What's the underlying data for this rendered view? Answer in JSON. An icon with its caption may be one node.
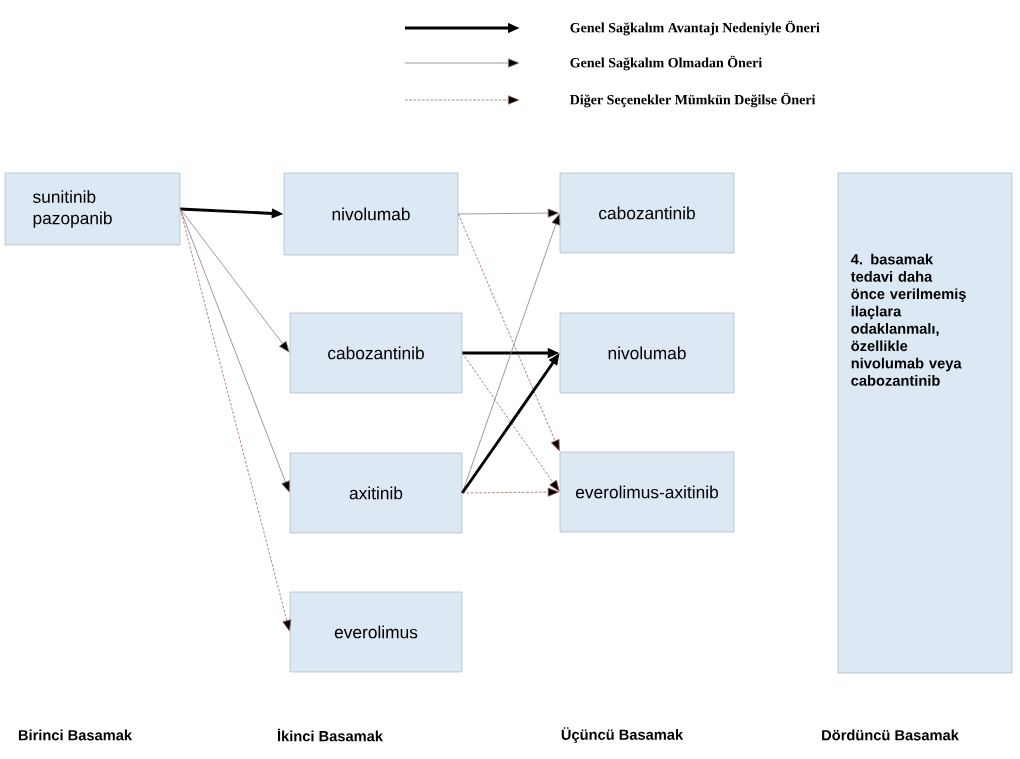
{
  "diagram": {
    "nodes": [
      {
        "text": [
          "sunitinib pazopanib"
        ]
      },
      {
        "text": [
          "nivolumab"
        ]
      },
      {
        "text": [
          "cabozantinib"
        ]
      },
      {
        "text": [
          "axitinib"
        ]
      },
      {
        "text": [
          "everolimus"
        ]
      },
      {
        "text": [
          "cabozantinib"
        ]
      },
      {
        "text": [
          "nivolumab"
        ]
      },
      {
        "text": [
          "everolimus-axitinib"
        ]
      },
      {
        "text": [
          "4. basamak tedavi daha önce verilmemiş ilaçlara odaklanmalı, özellikle nivolumab veya cabozantinib"
        ]
      }
    ],
    "edges": [
      {
        "from": 0,
        "to": 1,
        "arrow": "to",
        "style": "thick",
        "color": "#000000"
      },
      {
        "from": 0,
        "to": 2,
        "arrow": "to"
      },
      {
        "from": 0,
        "to": 3,
        "arrow": "to"
      },
      {
        "from": 0,
        "to": 4,
        "arrow": "to",
        "style": "dashed"
      },
      {
        "from": 1,
        "to": 5,
        "arrow": "to"
      },
      {
        "from": 1,
        "to": 7,
        "arrow": "to",
        "style": "dashed"
      },
      {
        "from": 2,
        "to": 6,
        "arrow": "to",
        "style": "thick",
        "color": "#000000"
      },
      {
        "from": 2,
        "to": 7,
        "arrow": "to",
        "style": "dashed"
      },
      {
        "from": 3,
        "to": 5,
        "arrow": "to"
      },
      {
        "from": 3,
        "to": 6,
        "arrow": "to",
        "style": "thick",
        "color": "#000000"
      },
      {
        "from": 3,
        "to": 7,
        "arrow": "to",
        "style": "dashed"
      }
    ],
    "labels": [
      "Birinci Basamak",
      "İkinci Basamak",
      "Üçüncü Basamak",
      "Dördüncü Basamak"
    ],
    "legend": [
      {
        "text": "Genel Sağkalım Avantajı Nedeniyle Öneri"
      },
      {
        "text": "Genel Sağkalım Olmadan Öneri"
      },
      {
        "text": "Diğer Seçenekler Mümkün Değilse Öneri"
      }
    ]
  }
}
